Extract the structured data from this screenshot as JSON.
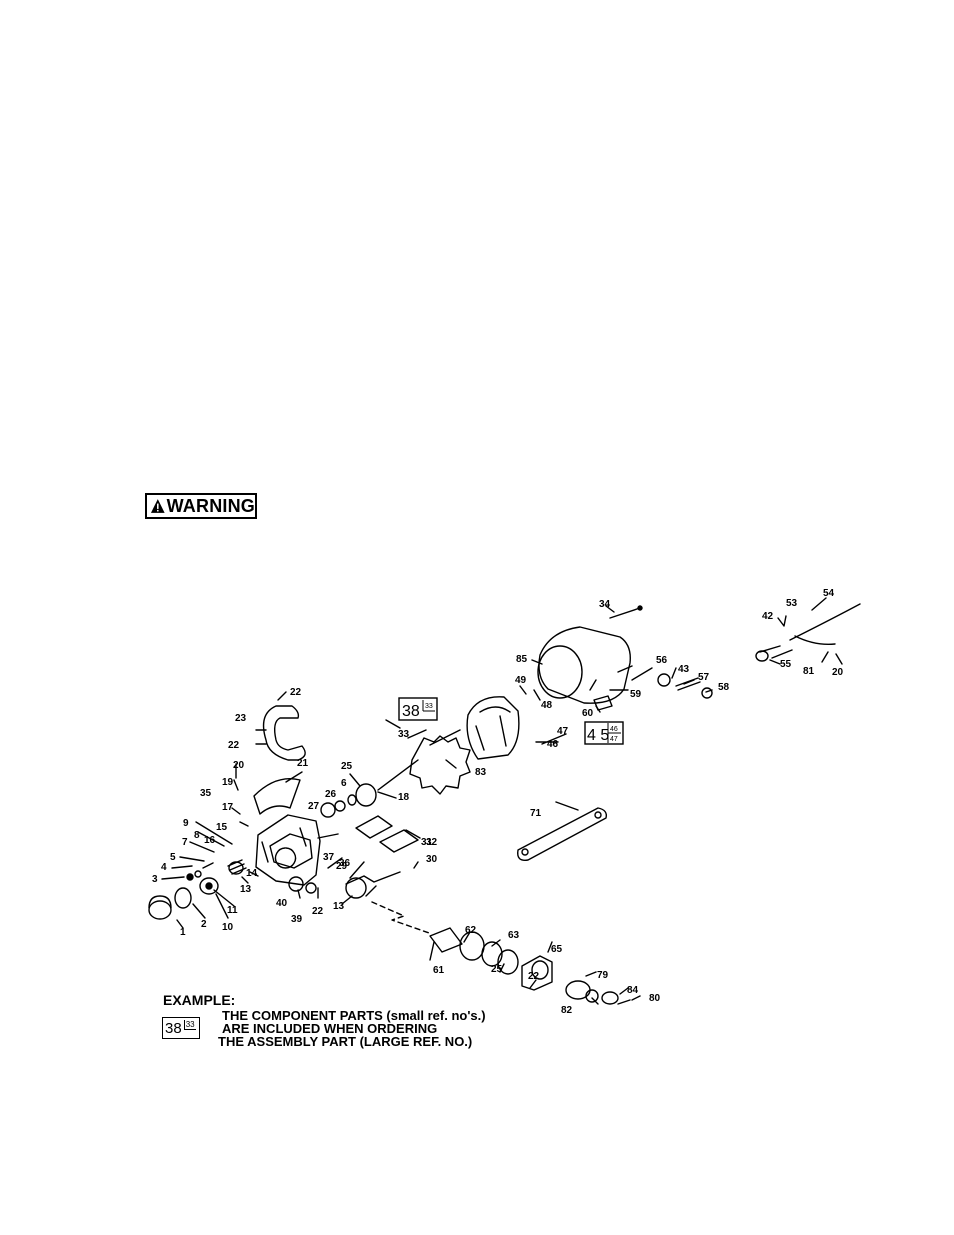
{
  "warning": {
    "label": "WARNING"
  },
  "example": {
    "heading": "EXAMPLE:",
    "line1": "THE COMPONENT PARTS (small ref. no's.)",
    "line2": "ARE INCLUDED WHEN ORDERING",
    "line3": "THE ASSEMBLY PART (LARGE REF. NO.)",
    "box_big": "38",
    "box_small": "33"
  },
  "diagram": {
    "assembly_38": {
      "big": "38",
      "small": "33"
    },
    "assembly_45": {
      "big": "4 5",
      "small_top": "46",
      "small_bottom": "47"
    },
    "ref_numbers": [
      "1",
      "2",
      "3",
      "4",
      "5",
      "6",
      "7",
      "8",
      "9",
      "10",
      "11",
      "13",
      "13",
      "14",
      "15",
      "16",
      "17",
      "18",
      "19",
      "20",
      "20",
      "21",
      "22",
      "22",
      "22",
      "22",
      "23",
      "25",
      "25",
      "26",
      "27",
      "29",
      "30",
      "31",
      "32",
      "33",
      "34",
      "35",
      "36",
      "37",
      "39",
      "40",
      "42",
      "43",
      "46",
      "47",
      "48",
      "49",
      "53",
      "54",
      "55",
      "56",
      "57",
      "58",
      "59",
      "60",
      "61",
      "62",
      "63",
      "65",
      "71",
      "79",
      "80",
      "81",
      "82",
      "83",
      "84",
      "85"
    ]
  }
}
